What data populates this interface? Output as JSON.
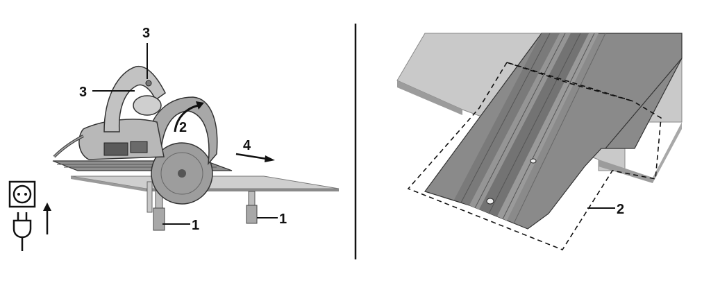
{
  "figure": {
    "left_panel": {
      "callouts": {
        "leg_left": "1",
        "leg_right": "1",
        "blade_rotation": "2",
        "handle_top": "3",
        "handle_side": "3",
        "feed_direction": "4"
      },
      "icons": [
        "power-socket-icon",
        "power-plug-icon",
        "arrow-up-icon"
      ]
    },
    "right_panel": {
      "callouts": {
        "guide_rail": "2"
      }
    },
    "colors": {
      "ink": "#111111",
      "board_light": "#c9c9c9",
      "board_edge": "#9a9a9a",
      "rail_dark": "#7d7d7d",
      "rail_mid": "#8e8e8e",
      "saw_body": "#b5b5b5"
    }
  }
}
